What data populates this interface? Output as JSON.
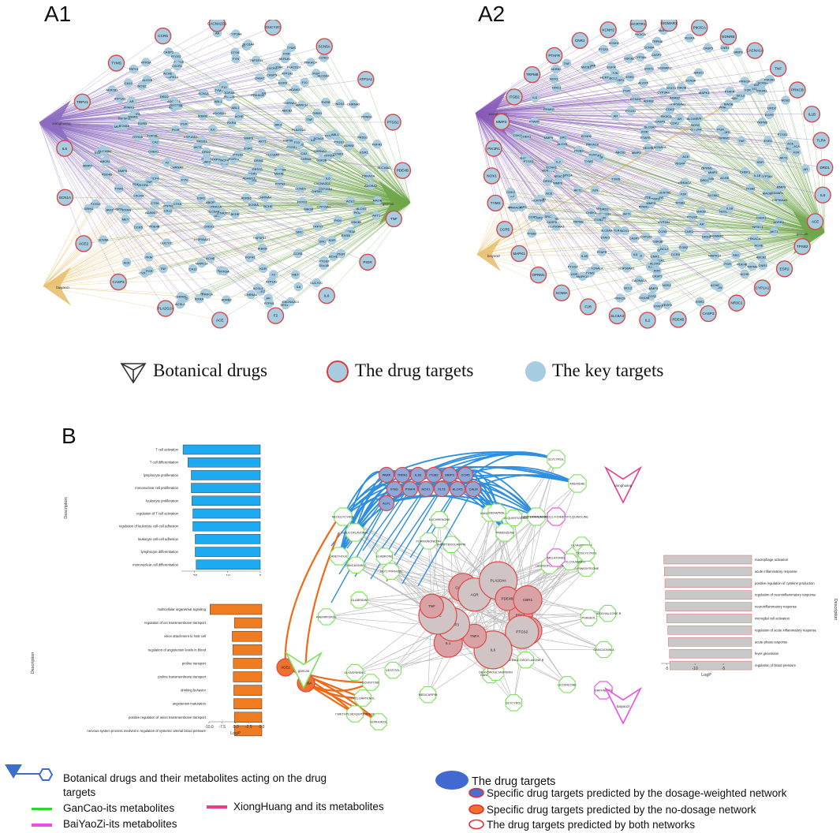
{
  "panels": {
    "a1_label": "A1",
    "a2_label": "A2",
    "b_label": "B"
  },
  "network_a1": {
    "herb_left": "xionghuang",
    "herb_right": "gancao",
    "herb_bottom": "baiyaozi",
    "drug_targets": [
      "IL6",
      "TRPV1",
      "TYMS",
      "CCR5",
      "CACNA2D1",
      "GUCY2C",
      "SCN5A",
      "ATP1A1",
      "PTGS2",
      "PDE4B",
      "TNF",
      "PIGR",
      "IL6",
      "F2",
      "ACE",
      "PLA2G2A",
      "CASP3",
      "ACE2",
      "SCN1A"
    ],
    "key_targets": [
      "HTR3A",
      "NCF4",
      "CHRNA4",
      "IKBKB",
      "EGFR",
      "CA12",
      "PTGS1",
      "MAPK14",
      "HSP90AA1",
      "ADRB2",
      "BCHE",
      "CHRM1",
      "RXRA",
      "PPARG",
      "NOS2",
      "ESR1",
      "CYP19A1",
      "AKT1",
      "TNFSF11",
      "CHRNA9",
      "TOP2B",
      "AR",
      "CA2",
      "SLC6A4",
      "DRD2",
      "PRKCA",
      "KDR",
      "SRC",
      "MMP9",
      "CTSK",
      "ALOX5",
      "GRIN1",
      "ADORA1",
      "CYP3A4",
      "ABCB1",
      "FXYD2",
      "HTR2A",
      "MAOB",
      "CCND1",
      "CXCR4",
      "FYN",
      "RXRB",
      "AKR1B1",
      "PGR",
      "PRSS1",
      "F10",
      "MET",
      "JAK2",
      "VEGFA",
      "SLC18A2",
      "PKM",
      "CHEK1",
      "ACHE",
      "ABL1",
      "PTPN1",
      "FGFR1",
      "PRKACA",
      "ADAM17",
      "ACSL4",
      "GSK3B"
    ]
  },
  "network_a2": {
    "herb_left": "xionghuang",
    "herb_right": "gancao",
    "herb_bottom": "baiyaozi",
    "drug_targets": [
      "PIK3R1",
      "MMP3",
      "ITGB2",
      "TRPM8",
      "PTAFR",
      "CNR1",
      "KCNH2",
      "HCRTR1",
      "SIGMAR1",
      "PIK3CA",
      "EDNRB",
      "CACNA1A",
      "TNF",
      "PRKCB",
      "IL1B",
      "TLR4",
      "DRD1",
      "IL6",
      "ACE",
      "TPSB2",
      "ESR2",
      "CYP1A1",
      "NR3C1",
      "CASP3",
      "PDE4B",
      "IL2",
      "SLC6A3",
      "F2R",
      "SCN9A",
      "OPRM1",
      "MAPK1",
      "CCR5",
      "TYMS",
      "NOX1"
    ],
    "key_targets": [
      "EGFR",
      "AKT1",
      "ESR1",
      "PTGS2",
      "PTGS1",
      "HSP90AA1",
      "PPARG",
      "MAPK14",
      "SRC",
      "VEGFA",
      "STAT3",
      "JUN",
      "MMP9",
      "CASP9",
      "BCL2",
      "NOS2",
      "GSK3B",
      "PRKACA",
      "CDK2",
      "CHEK1",
      "ABCB1",
      "CYP3A4",
      "ALOX5",
      "KDR",
      "MAOB",
      "ACHE",
      "DRD2",
      "ADRB2",
      "AR",
      "PGR"
    ]
  },
  "legend_top": {
    "botanical": "Botanical drugs",
    "drug_targets": "The drug targets",
    "key_targets": "The key targets"
  },
  "bar_blue": {
    "ylabel": "Description",
    "xlabel": "LogP",
    "ticks": [
      "-20",
      "-10",
      "0"
    ],
    "xlim": [
      -24,
      0
    ],
    "color": "#1EAAF1",
    "categories": [
      "T cell activation",
      "T cell differentiation",
      "lymphocyte proliferation",
      "mononuclear cell proliferation",
      "leukocyte proliferation",
      "regulation of T cell activation",
      "regulation of leukocyte cell-cell adhesion",
      "leukocyte cell-cell adhesion",
      "lymphocyte differentiation",
      "mononuclear cell differentiation"
    ],
    "values": [
      -23.5,
      -22.0,
      -21.0,
      -21.0,
      -20.8,
      -20.5,
      -20.5,
      -19.8,
      -19.8,
      -19.5
    ]
  },
  "bar_orange": {
    "ylabel": "Description",
    "xlabel": "LogP",
    "ticks": [
      "-10.0",
      "-7.5",
      "-5.0",
      "-2.5",
      "0.0"
    ],
    "xlim": [
      -10,
      0
    ],
    "color": "#F07C22",
    "categories": [
      "multicellular organismal signaling",
      "regulation of ion transmembrane transport",
      "virion attachment to host cell",
      "regulation of angiotensin levels in blood",
      "proline transport",
      "proline transmembrane transport",
      "drinking behavior",
      "angiotensin maturation",
      "positive regulation of anion transmembrane transport",
      "nervous system process involved in regulation of systemic arterial blood pressure"
    ],
    "values": [
      -9.8,
      -5.2,
      -5.6,
      -5.5,
      -5.4,
      -5.4,
      -5.3,
      -5.3,
      -5.2,
      -5.2
    ]
  },
  "bar_gray": {
    "ylabel": "Description",
    "xlabel": "LogP",
    "ticks": [
      "-5",
      "-10",
      "-5"
    ],
    "xlim": [
      -16,
      0
    ],
    "color": "#C9C9C9",
    "edge": "#E06666",
    "categories": [
      "macrophage activation",
      "acute inflammatory response",
      "positive regulation of cytokine production",
      "regulation of neuroinflammatory response",
      "neuroinflammatory response",
      "microglial cell activation",
      "regulation of acute inflammatory response",
      "acute-phase response",
      "fever generation",
      "regulation of blood pressure"
    ],
    "values": [
      -15.5,
      -15.4,
      -15.3,
      -15.2,
      -15.2,
      -15.0,
      -14.8,
      -14.7,
      -14.5,
      -14.4
    ]
  },
  "network_b": {
    "herbs": [
      "xionghuang",
      "gancao",
      "baiyaozi"
    ],
    "blue_targets": [
      "PARP",
      "TRPA1",
      "IL1B",
      "ITGB2",
      "MMP3",
      "CCR5",
      "IFNG",
      "PTAFR",
      "NOX1",
      "FLT3",
      "ALOX5",
      "CALM",
      "ALPL"
    ],
    "orange_targets": [
      "ACE2",
      "SCN5A"
    ],
    "common_targets": [
      "EDN1",
      "CASP1",
      "PTGS2",
      "IL6",
      "TNFA",
      "IL1",
      "CASP3",
      "ACE",
      "TNF",
      "CACNG2",
      "AGR",
      "PLA2G4A",
      "PDE4B",
      "CBR1"
    ],
    "metabolites_blue": [
      "SLYCYROL",
      "ARENIDAE",
      "ANETHOLE",
      "NEOGLYCYROL",
      "GLYCYRRHIZIC ACID",
      "ISOLICOFLAVONOL",
      "MERAPRAL",
      "TRIBENZENE"
    ],
    "metabolites_green": [
      "LICORICONE",
      "GLABRONE",
      "LICOCHALCONE A",
      "LICOCHALCONE B",
      "GLYCYRRHIZIN",
      "ISOLIQUIRITIGENIN",
      "GLABRIDIN",
      "FORMONONETIN",
      "LUPIWIGHTEONE",
      "GANCAONIN A",
      "GANCAONIN B",
      "GANCAONIN G",
      "LICOARYLCOUMARIN",
      "KAEMPFEROL",
      "SEMILICOISOFLAVONE B",
      "GLYASPERIN C",
      "GLYASPERIN F",
      "LICOISOFLAVONE A",
      "ISOGLYCYROL",
      "EUCHRENONE",
      "GLYCYROL",
      "SHINPTEROCARPIN",
      "MEDICARPIN",
      "VESTITOL",
      "DEHYDROGLYASPERIN",
      "PHASEOL",
      "KANZONOL B"
    ],
    "metabolites_orange": [
      "SCHISTOSE",
      "CYCLOARTENOL",
      "7-METHYLSESQUITERPENE",
      "SOPHOROL"
    ],
    "metabolites_magenta": [
      "MELATONIN",
      "4-(2-ETHYLAMINO)-2,4-DIMETHYLQUINOLINE",
      "DAPHNETIN"
    ],
    "edge_blue": "#2E8FE0",
    "edge_orange": "#F06A16",
    "edge_gray": "#BDBDBD",
    "node_green": "#7CE05A",
    "node_magenta": "#E94BE3",
    "target_fill": "#D9A3A5",
    "target_stroke": "#E04848"
  },
  "legend_bottom": {
    "botanical_line1": "Botanical drugs and their metabolites acting on the drug",
    "botanical_line2": "targets",
    "gancao": "GanCao-its metabolites",
    "xionghuang": "XiongHuang and its metabolites",
    "baiyaozi": "BaiYaoZi-its metabolites",
    "drug_targets": "The drug targets",
    "specific_weighted": "Specific drug targets predicted by the dosage-weighted network",
    "specific_nodosage": "Specific drug targets predicted by the no-dosage network",
    "both_networks": "The drug targets predicted by both networks",
    "colors": {
      "gancao": "#2BD92B",
      "xionghuang": "#E83C8C",
      "baiyaozi": "#F04AE8",
      "herb_icon": "#3C6FC8"
    }
  }
}
